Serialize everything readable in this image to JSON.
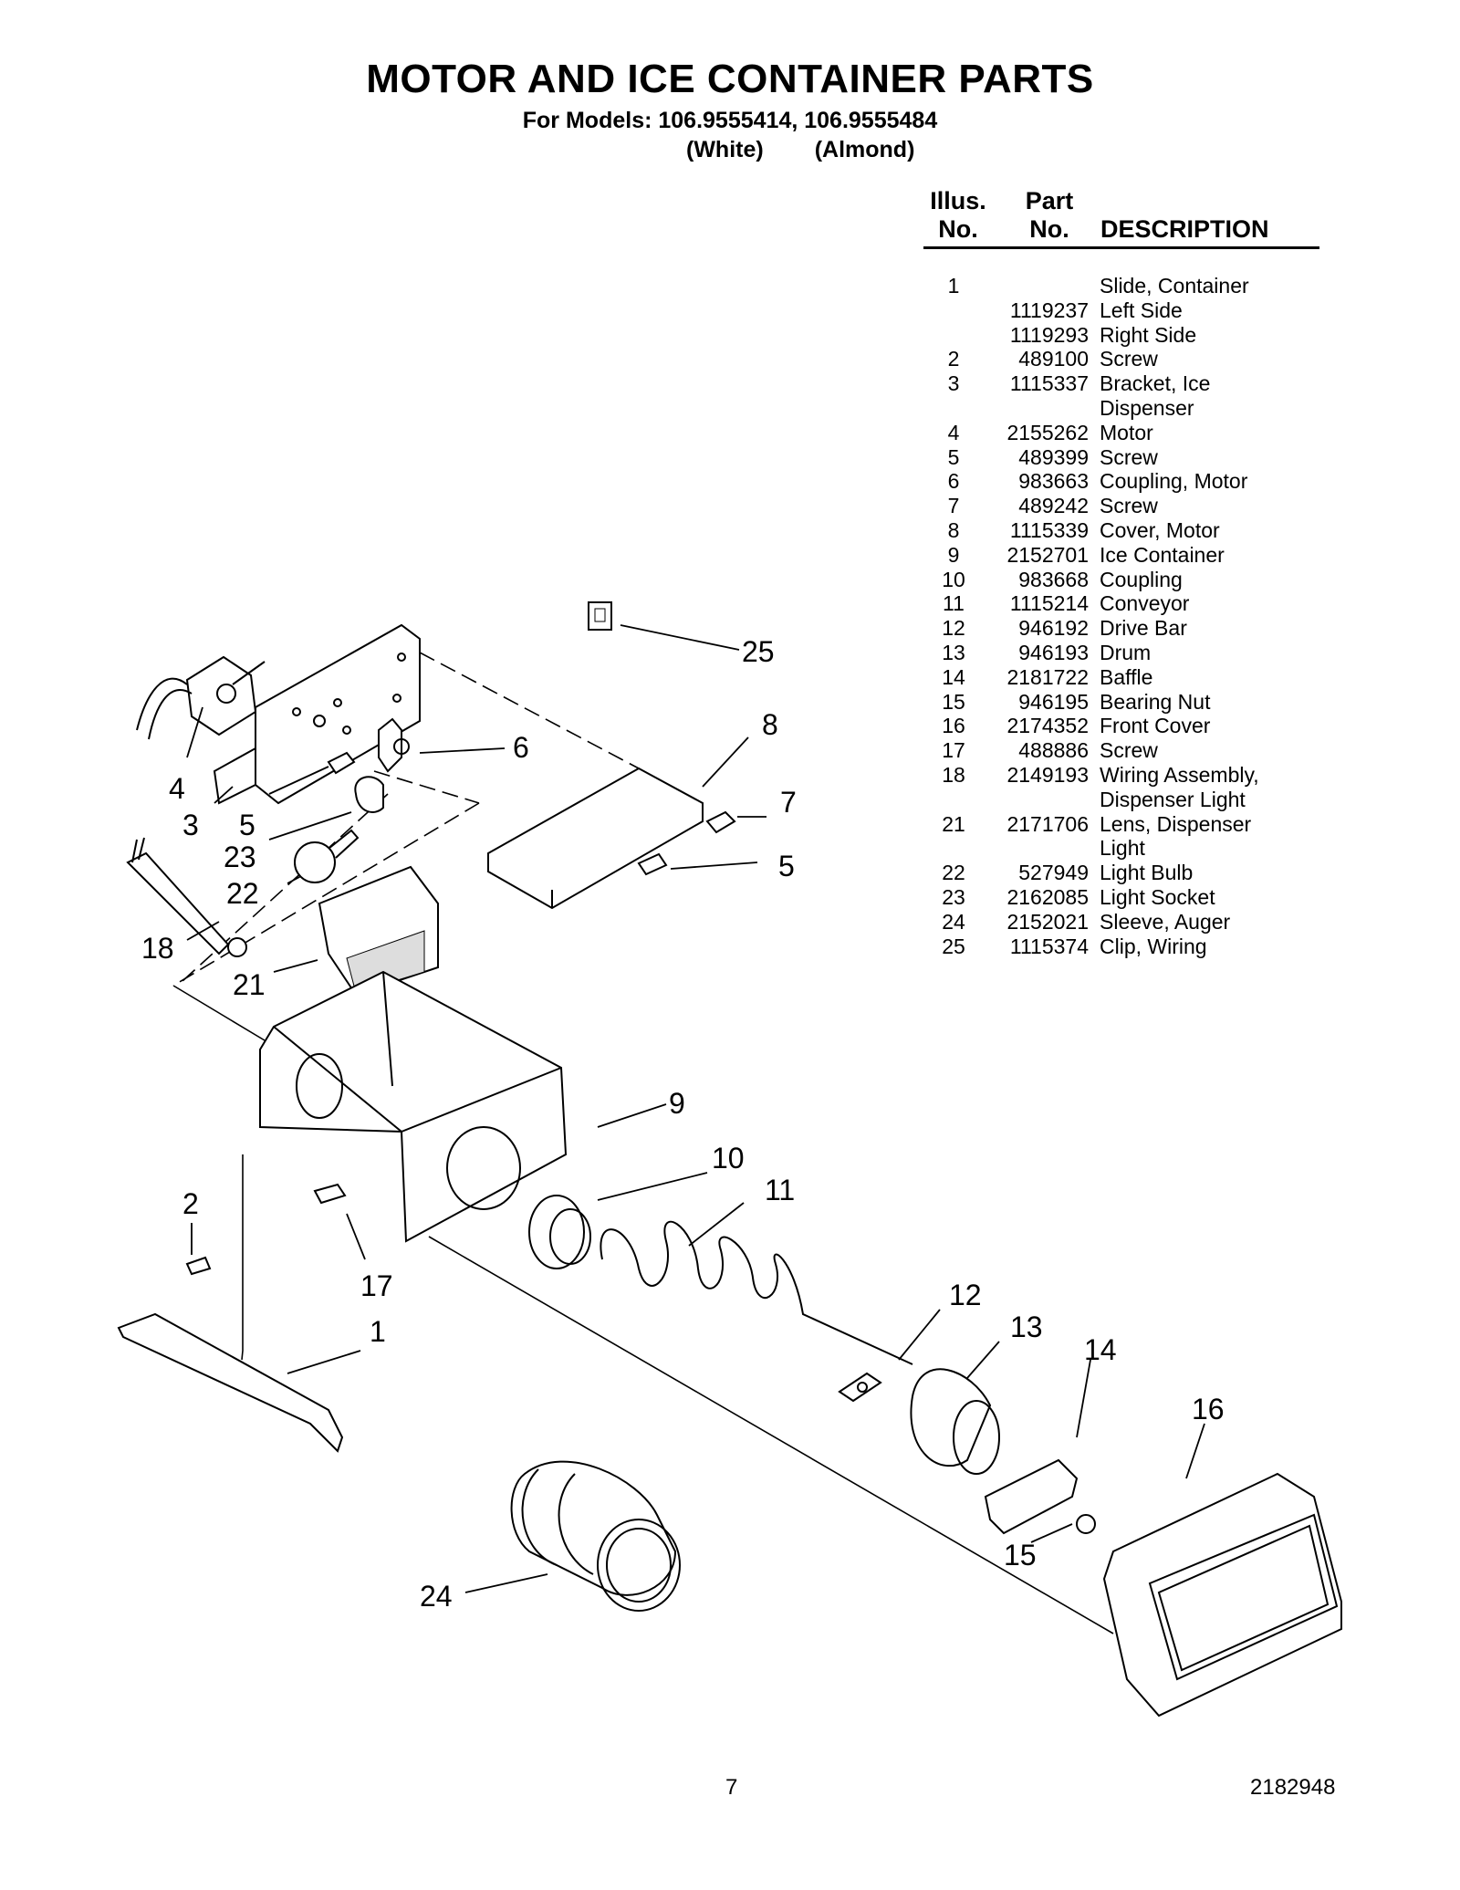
{
  "header": {
    "title": "MOTOR AND ICE CONTAINER PARTS",
    "models_line": "For Models: 106.9555414, 106.9555484",
    "finish_1": "(White)",
    "finish_2": "(Almond)"
  },
  "table": {
    "col_illus": "Illus.\nNo.",
    "col_illus_1": "Illus.",
    "col_illus_2": "No.",
    "col_part_1": "Part",
    "col_part_2": "No.",
    "col_desc": "DESCRIPTION",
    "rows": [
      {
        "no": "1",
        "part": "",
        "desc": "Slide, Container"
      },
      {
        "no": "",
        "part": "1119237",
        "desc": "Left Side"
      },
      {
        "no": "",
        "part": "1119293",
        "desc": "Right Side"
      },
      {
        "no": "2",
        "part": "489100",
        "desc": "Screw"
      },
      {
        "no": "3",
        "part": "1115337",
        "desc": "Bracket, Ice"
      },
      {
        "no": "",
        "part": "",
        "desc": "Dispenser"
      },
      {
        "no": "4",
        "part": "2155262",
        "desc": "Motor"
      },
      {
        "no": "5",
        "part": "489399",
        "desc": "Screw"
      },
      {
        "no": "6",
        "part": "983663",
        "desc": "Coupling, Motor"
      },
      {
        "no": "7",
        "part": "489242",
        "desc": "Screw"
      },
      {
        "no": "8",
        "part": "1115339",
        "desc": "Cover, Motor"
      },
      {
        "no": "9",
        "part": "2152701",
        "desc": "Ice Container"
      },
      {
        "no": "10",
        "part": "983668",
        "desc": "Coupling"
      },
      {
        "no": "11",
        "part": "1115214",
        "desc": "Conveyor"
      },
      {
        "no": "12",
        "part": "946192",
        "desc": "Drive Bar"
      },
      {
        "no": "13",
        "part": "946193",
        "desc": "Drum"
      },
      {
        "no": "14",
        "part": "2181722",
        "desc": "Baffle"
      },
      {
        "no": "15",
        "part": "946195",
        "desc": "Bearing Nut"
      },
      {
        "no": "16",
        "part": "2174352",
        "desc": "Front Cover"
      },
      {
        "no": "17",
        "part": "488886",
        "desc": "Screw"
      },
      {
        "no": "18",
        "part": "2149193",
        "desc": "Wiring Assembly,"
      },
      {
        "no": "",
        "part": "",
        "desc": "Dispenser Light"
      },
      {
        "no": "21",
        "part": "2171706",
        "desc": "Lens, Dispenser"
      },
      {
        "no": "",
        "part": "",
        "desc": "Light"
      },
      {
        "no": "22",
        "part": "527949",
        "desc": "Light Bulb"
      },
      {
        "no": "23",
        "part": "2162085",
        "desc": "Light Socket"
      },
      {
        "no": "24",
        "part": "2152021",
        "desc": "Sleeve, Auger"
      },
      {
        "no": "25",
        "part": "1115374",
        "desc": "Clip, Wiring"
      }
    ]
  },
  "callouts": {
    "c1": "1",
    "c2": "2",
    "c3": "3",
    "c4": "4",
    "c5a": "5",
    "c5b": "5",
    "c6": "6",
    "c7": "7",
    "c8": "8",
    "c9": "9",
    "c10": "10",
    "c11": "11",
    "c12": "12",
    "c13": "13",
    "c14": "14",
    "c15": "15",
    "c16": "16",
    "c17": "17",
    "c18": "18",
    "c21": "21",
    "c22": "22",
    "c23": "23",
    "c24": "24",
    "c25": "25"
  },
  "footer": {
    "page_number": "7",
    "document_number": "2182948"
  }
}
